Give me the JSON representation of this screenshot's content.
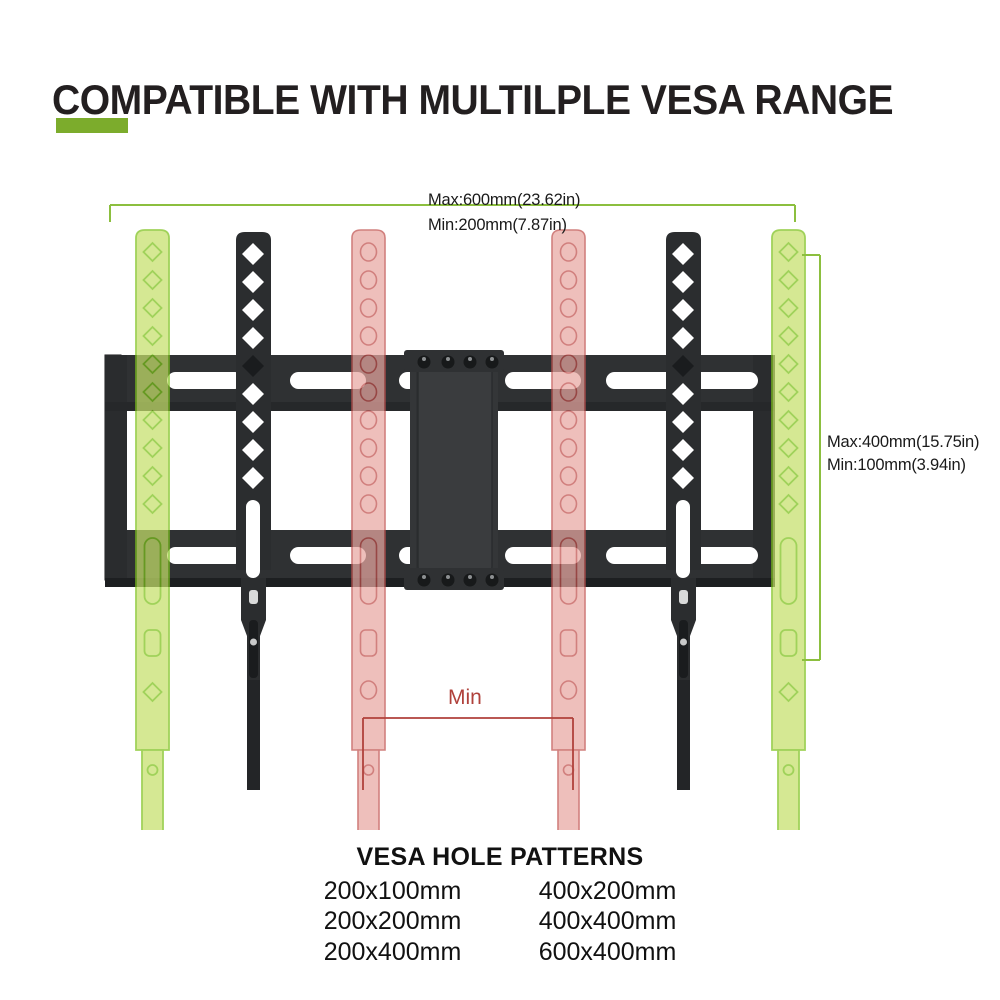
{
  "header": {
    "title": "COMPATIBLE WITH MULTILPLE VESA RANGE",
    "accent_color": "#7cac2c"
  },
  "diagram": {
    "name": "tv-wall-mount-vesa-diagram",
    "colors": {
      "green_arm_fill": "#b9dd5c",
      "green_arm_stroke": "#7cc11c",
      "red_arm_fill": "#e8a7a1",
      "red_arm_stroke": "#c0504d",
      "bracket_black": "#2f3133",
      "dimension_green": "#8cbf3f",
      "dimension_red": "#b0413b"
    },
    "width_dimension": {
      "max": "Max:600mm(23.62in)",
      "min": "Min:200mm(7.87in)"
    },
    "height_dimension": {
      "max": "Max:400mm(15.75in)",
      "min": "Min:100mm(3.94in)"
    },
    "min_span_label": "Min"
  },
  "footer": {
    "title": "VESA HOLE PATTERNS",
    "patterns": [
      [
        "200x100mm",
        "400x200mm"
      ],
      [
        "200x200mm",
        "400x400mm"
      ],
      [
        "200x400mm",
        "600x400mm"
      ]
    ]
  }
}
